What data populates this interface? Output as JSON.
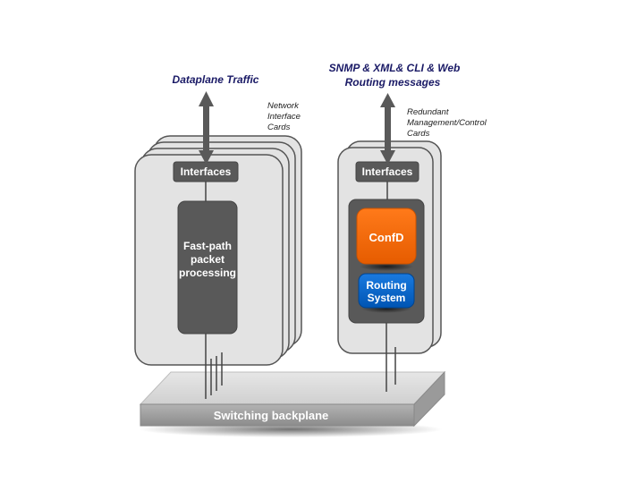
{
  "labels": {
    "dataplane_traffic": "Dataplane Traffic",
    "mgmt_line1": "SNMP & XML& CLI & Web",
    "mgmt_line2": "Routing messages",
    "nic_line1": "Network",
    "nic_line2": "Interface",
    "nic_line3": "Cards",
    "red_line1": "Redundant",
    "red_line2": "Management/Control",
    "red_line3": "Cards",
    "interfaces_left": "Interfaces",
    "interfaces_right": "Interfaces",
    "fastpath_line1": "Fast-path",
    "fastpath_line2": "packet",
    "fastpath_line3": "processing",
    "confd": "ConfD",
    "routing_line1": "Routing",
    "routing_line2": "System",
    "backplane": "Switching backplane"
  },
  "colors": {
    "card_fill": "#e3e3e3",
    "dark_box": "#595959",
    "confd": "#ff6600",
    "routing": "#0066cc",
    "label_navy": "#1a1a66"
  }
}
